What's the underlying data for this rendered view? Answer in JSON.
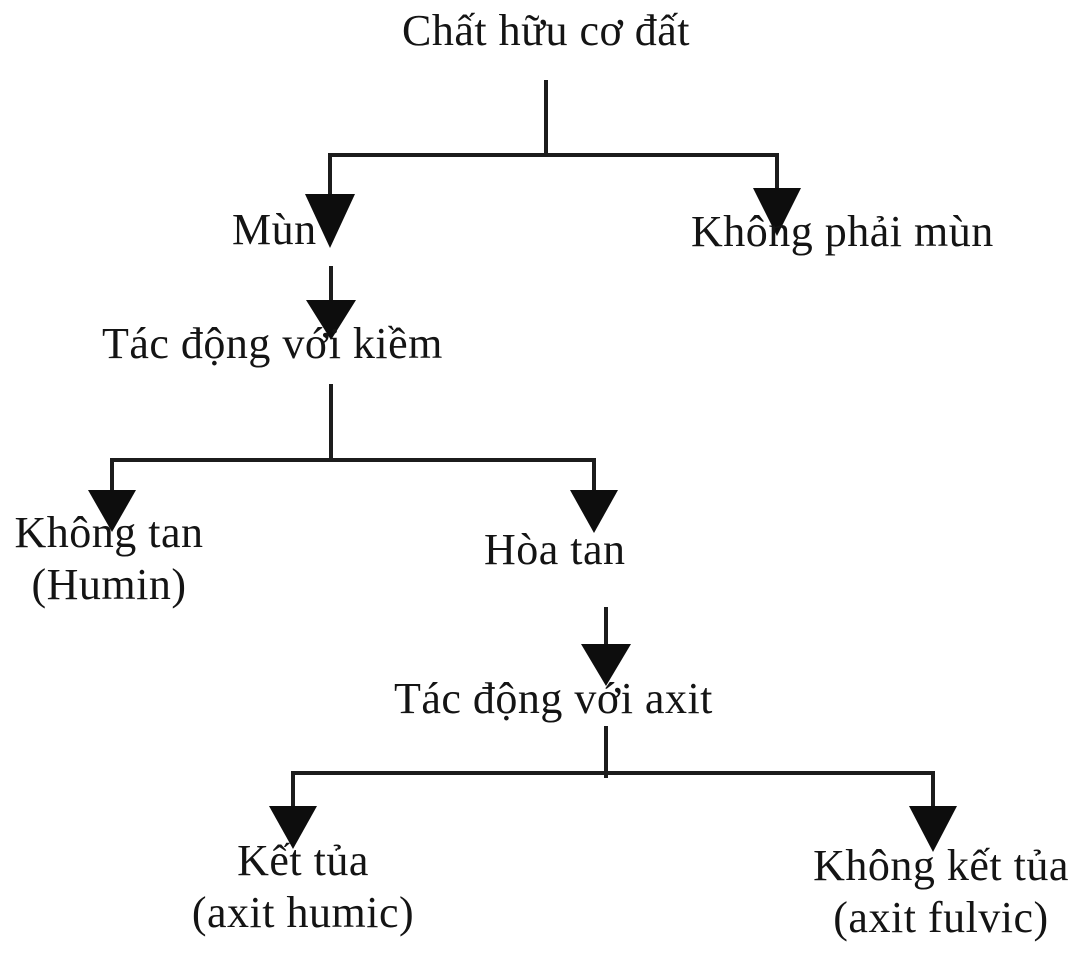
{
  "diagram": {
    "type": "flowchart",
    "language": "vi",
    "background_color": "#ffffff",
    "line_color": "#1c1c1c",
    "arrow_color": "#0d0d0d",
    "text_color": "#141414",
    "nodes": {
      "root": {
        "label": "Chất hữu cơ đất"
      },
      "mun": {
        "label": "Mùn"
      },
      "khong_phai_mun": {
        "label": "Không phải mùn"
      },
      "tac_dong_kiem": {
        "label": "Tác động với kiềm"
      },
      "khong_tan": {
        "label": "Không tan",
        "sublabel": "(Humin)"
      },
      "hoa_tan": {
        "label": "Hòa tan"
      },
      "tac_dong_axit": {
        "label": "Tác động với axit"
      },
      "ket_tua": {
        "label": "Kết tủa",
        "sublabel": "(axit humic)"
      },
      "khong_ket_tua": {
        "label": "Không kết tủa",
        "sublabel": "(axit fulvic)"
      }
    },
    "edges": [
      {
        "from": "root",
        "to": "mun"
      },
      {
        "from": "root",
        "to": "khong_phai_mun"
      },
      {
        "from": "mun",
        "to": "tac_dong_kiem"
      },
      {
        "from": "tac_dong_kiem",
        "to": "khong_tan"
      },
      {
        "from": "tac_dong_kiem",
        "to": "hoa_tan"
      },
      {
        "from": "hoa_tan",
        "to": "tac_dong_axit"
      },
      {
        "from": "tac_dong_axit",
        "to": "ket_tua"
      },
      {
        "from": "tac_dong_axit",
        "to": "khong_ket_tua"
      }
    ]
  }
}
